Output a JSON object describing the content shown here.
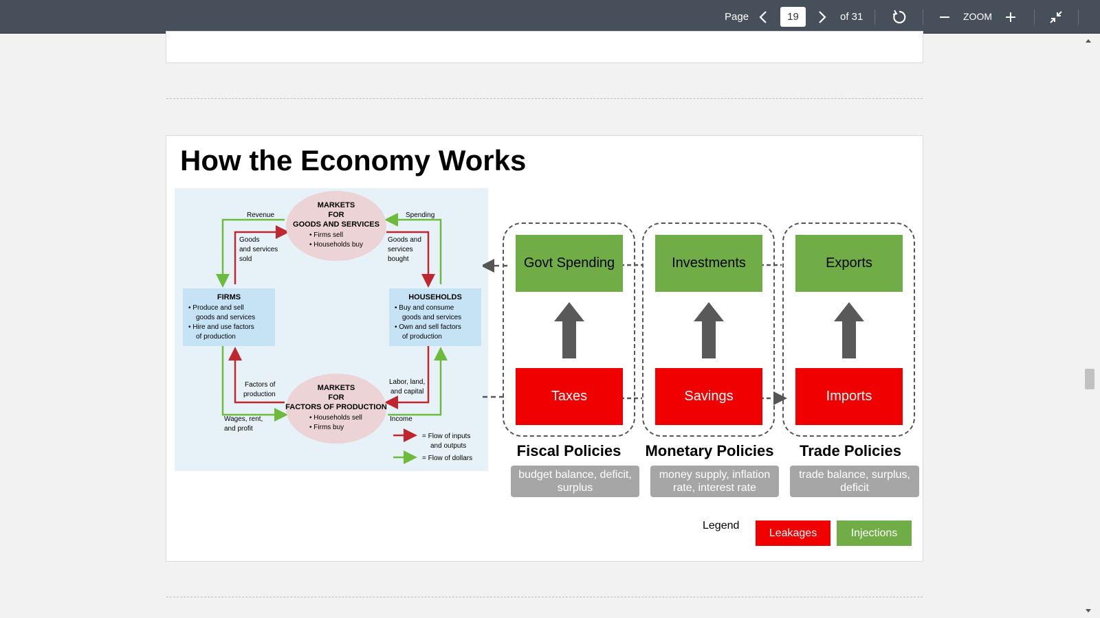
{
  "toolbar": {
    "page_label": "Page",
    "current_page": "19",
    "total_pages": "of 31",
    "zoom_label": "ZOOM"
  },
  "slide": {
    "title": "How the Economy Works",
    "flow": {
      "goods_market": {
        "line1": "MARKETS",
        "line2": "FOR",
        "line3": "GOODS AND SERVICES",
        "bullets": [
          "Firms sell",
          "Households buy"
        ]
      },
      "factor_market": {
        "line1": "MARKETS",
        "line2": "FOR",
        "line3": "FACTORS OF PRODUCTION",
        "bullets": [
          "Households sell",
          "Firms buy"
        ]
      },
      "firms": {
        "title": "FIRMS",
        "bullets": [
          [
            "Produce and sell",
            "goods and services"
          ],
          [
            "Hire and use factors",
            "of production"
          ]
        ]
      },
      "households": {
        "title": "HOUSEHOLDS",
        "bullets": [
          [
            "Buy and consume",
            "goods and services"
          ],
          [
            "Own and sell factors",
            "of production"
          ]
        ]
      },
      "labels": {
        "revenue": "Revenue",
        "spending": "Spending",
        "goods_sold": [
          "Goods",
          "and services",
          "sold"
        ],
        "goods_bought": [
          "Goods and",
          "services",
          "bought"
        ],
        "factors": [
          "Factors of",
          "production"
        ],
        "labor": [
          "Labor, land,",
          "and capital"
        ],
        "wages": [
          "Wages, rent,",
          "and profit"
        ],
        "income": "Income"
      },
      "legend": {
        "inputs": [
          "= Flow of inputs",
          "and outputs"
        ],
        "dollars": "= Flow of dollars"
      }
    },
    "injections": [
      "Govt Spending",
      "Investments",
      "Exports"
    ],
    "leakages": [
      "Taxes",
      "Savings",
      "Imports"
    ],
    "policies": [
      {
        "name": "Fiscal Policies",
        "desc": "budget balance, deficit, surplus"
      },
      {
        "name": "Monetary Policies",
        "desc": "money supply, inflation rate, interest rate"
      },
      {
        "name": "Trade Policies",
        "desc": "trade balance, surplus, deficit"
      }
    ],
    "legend": {
      "label": "Legend",
      "leakages": "Leakages",
      "injections": "Injections"
    }
  },
  "colors": {
    "injection": "#70ad47",
    "leakage": "#f00000",
    "toolbar": "#474f5b",
    "flow_inputs": "#c0262d",
    "flow_dollars": "#6cbb3c"
  },
  "icons": [
    "chevron-left-icon",
    "chevron-right-icon",
    "rotate-icon",
    "minus-icon",
    "plus-icon",
    "exit-fullscreen-icon",
    "scroll-up-icon",
    "scroll-down-icon"
  ]
}
